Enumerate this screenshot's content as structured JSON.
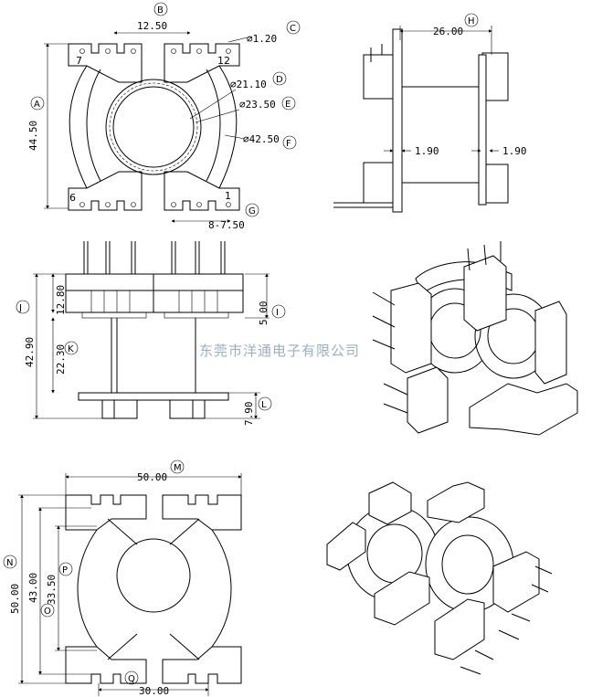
{
  "watermark": "东莞市洋通电子有限公司",
  "view_top": {
    "dims": {
      "pin_pitch_top": "12.50",
      "pin_dia": "⌀1.20",
      "height": "44.50",
      "inner_dia": "⌀21.10",
      "mid_dia": "⌀23.50",
      "outer_dia": "⌀42.50",
      "pin_spacing": "8-7.50"
    },
    "pins": {
      "p7": "7",
      "p12": "12",
      "p6": "6",
      "p1": "1"
    },
    "labels": {
      "A": "A",
      "B": "B",
      "C": "C",
      "D": "D",
      "E": "E",
      "F": "F",
      "G": "G"
    }
  },
  "view_side": {
    "dims": {
      "width": "26.00",
      "wall_left": "1.90",
      "wall_right": "1.90"
    },
    "labels": {
      "H": "H"
    }
  },
  "view_front": {
    "dims": {
      "total_h": "42.90",
      "flange_h": "12.80",
      "pin_step": "5.00",
      "winding_h": "22.30",
      "foot_h": "7.90"
    },
    "labels": {
      "J": "J",
      "I": "I",
      "K": "K",
      "L": "L"
    }
  },
  "view_bottom": {
    "dims": {
      "width": "50.00",
      "height": "50.00",
      "inner_h": "43.00",
      "core_h": "33.50",
      "base_w": "30.00"
    },
    "labels": {
      "M": "M",
      "N": "N",
      "O": "O",
      "P": "P",
      "Q": "Q"
    }
  }
}
